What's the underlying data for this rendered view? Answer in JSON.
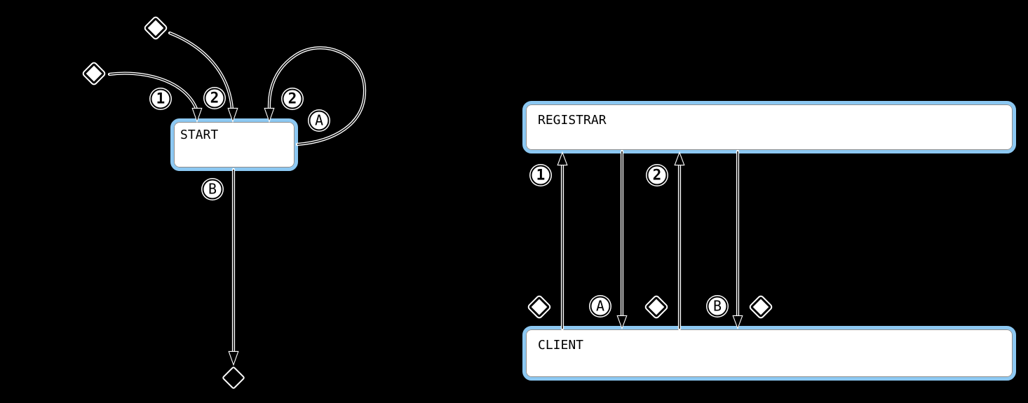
{
  "palette": {
    "background": "#000000",
    "node_border_blue": "#8cc8f2",
    "node_fill": "#ffffff",
    "edge_color": "#000000",
    "edge_halo": "#ffffff",
    "text_color": "#000000"
  },
  "state_diagram": {
    "state": {
      "label": "START"
    },
    "badges": {
      "transition_1": "1",
      "transition_2": "2",
      "loop_2": "2",
      "loop_a": "A",
      "transition_b": "B"
    }
  },
  "sequence_diagram": {
    "actors": {
      "top": "REGISTRAR",
      "bottom": "CLIENT"
    },
    "badges": {
      "message_1": "1",
      "message_2": "2",
      "message_a": "A",
      "message_b": "B"
    }
  }
}
